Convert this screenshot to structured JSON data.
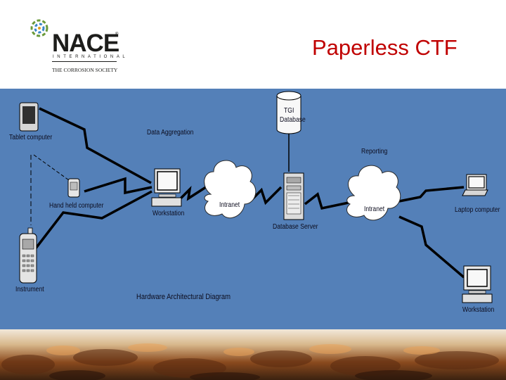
{
  "logo": {
    "word": "NACE",
    "sub": "INTERNATIONAL",
    "society": "THE CORROSION SOCIETY"
  },
  "title": "Paperless CTF",
  "diagram": {
    "tablet": "Tablet computer",
    "handheld": "Hand held computer",
    "instrument": "Instrument",
    "data_aggregation": "Data Aggregation",
    "workstation_left": "Workstation",
    "intranet_left": "Intranet",
    "database_line1": "TGI",
    "database_line2": "Database",
    "reporting": "Reporting",
    "database_server": "Database Server",
    "intranet_right": "Intranet",
    "laptop": "Laptop computer",
    "workstation_right": "Workstation",
    "caption": "Hardware Architectural Diagram"
  },
  "colors": {
    "title": "#c00000",
    "diagram_bg": "#5480b8",
    "link": "#000000"
  }
}
